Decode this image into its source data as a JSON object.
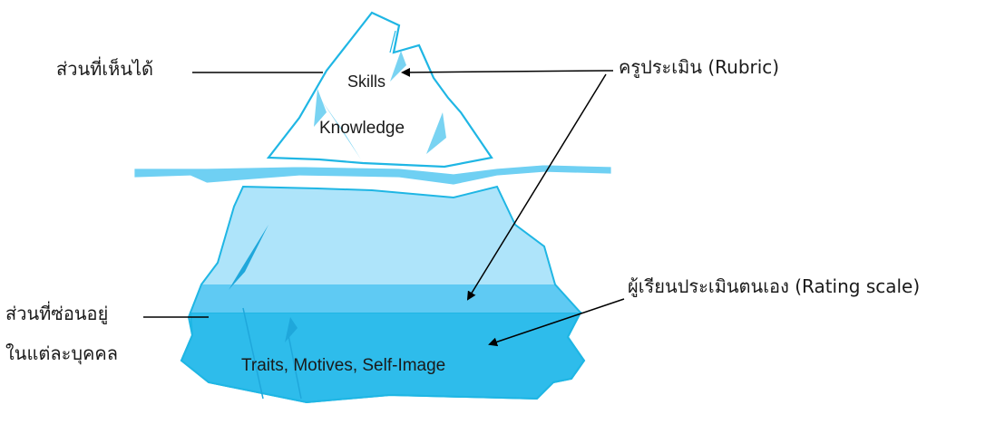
{
  "labels": {
    "visible_part": "ส่วนที่เห็นได้",
    "hidden_part_line1": "ส่วนที่ซ่อนอยู่",
    "hidden_part_line2": "ในแต่ละบุคคล",
    "teacher_assessment": "ครูประเมิน (Rubric)",
    "self_assessment": "ผู้เรียนประเมินตนเอง (Rating scale)",
    "skills": "Skills",
    "knowledge": "Knowledge",
    "traits": "Traits, Motives, Self-Image"
  },
  "colors": {
    "outline": "#1fb6e4",
    "above_water_fill": "#ffffff",
    "facet": "#79d3f2",
    "water_line": "#6fd0f3",
    "underwater_light": "#aee4fa",
    "underwater_mid": "#5fcaf3",
    "underwater_deep": "#2ebceb",
    "text": "#1a1a1a",
    "leader_line": "#000000"
  }
}
